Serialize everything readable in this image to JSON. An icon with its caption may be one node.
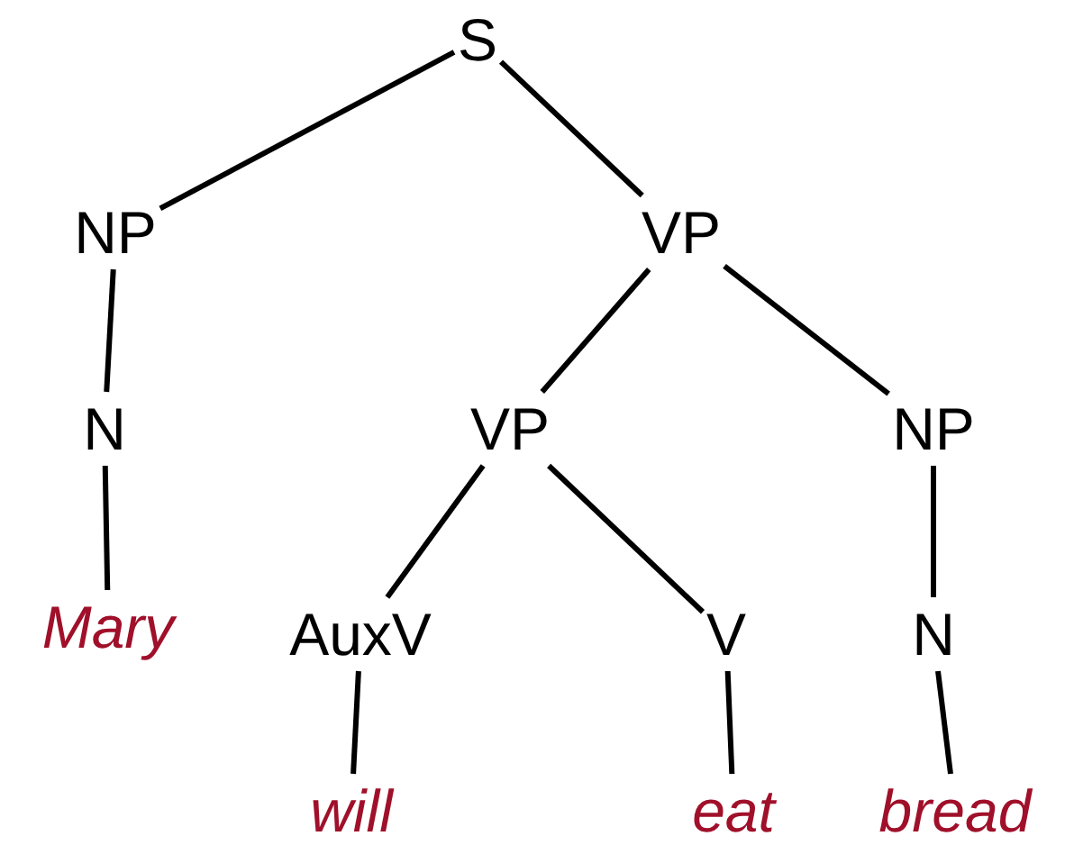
{
  "diagram": {
    "nodes": [
      {
        "text": [
          "S"
        ]
      },
      {
        "text": [
          "NP"
        ]
      },
      {
        "text": [
          "VP"
        ]
      },
      {
        "text": [
          "N"
        ]
      },
      {
        "text": [
          "VP"
        ]
      },
      {
        "text": [
          "NP"
        ]
      },
      {
        "text": [
          "Mary"
        ]
      },
      {
        "text": [
          "AuxV"
        ]
      },
      {
        "text": [
          "V"
        ]
      },
      {
        "text": [
          "N"
        ]
      },
      {
        "text": [
          "will"
        ]
      },
      {
        "text": [
          "eat"
        ]
      },
      {
        "text": [
          "bread"
        ]
      }
    ],
    "edges": [
      {
        "from": 0,
        "to": 1,
        "arrow": "none"
      },
      {
        "from": 0,
        "to": 2,
        "arrow": "none"
      },
      {
        "from": 1,
        "to": 3,
        "arrow": "none"
      },
      {
        "from": 2,
        "to": 4,
        "arrow": "none"
      },
      {
        "from": 2,
        "to": 5,
        "arrow": "none"
      },
      {
        "from": 3,
        "to": 6,
        "arrow": "none"
      },
      {
        "from": 4,
        "to": 7,
        "arrow": "none"
      },
      {
        "from": 4,
        "to": 8,
        "arrow": "none"
      },
      {
        "from": 5,
        "to": 9,
        "arrow": "none"
      },
      {
        "from": 7,
        "to": 10,
        "arrow": "none"
      },
      {
        "from": 8,
        "to": 11,
        "arrow": "none"
      },
      {
        "from": 9,
        "to": 12,
        "arrow": "none"
      }
    ]
  }
}
